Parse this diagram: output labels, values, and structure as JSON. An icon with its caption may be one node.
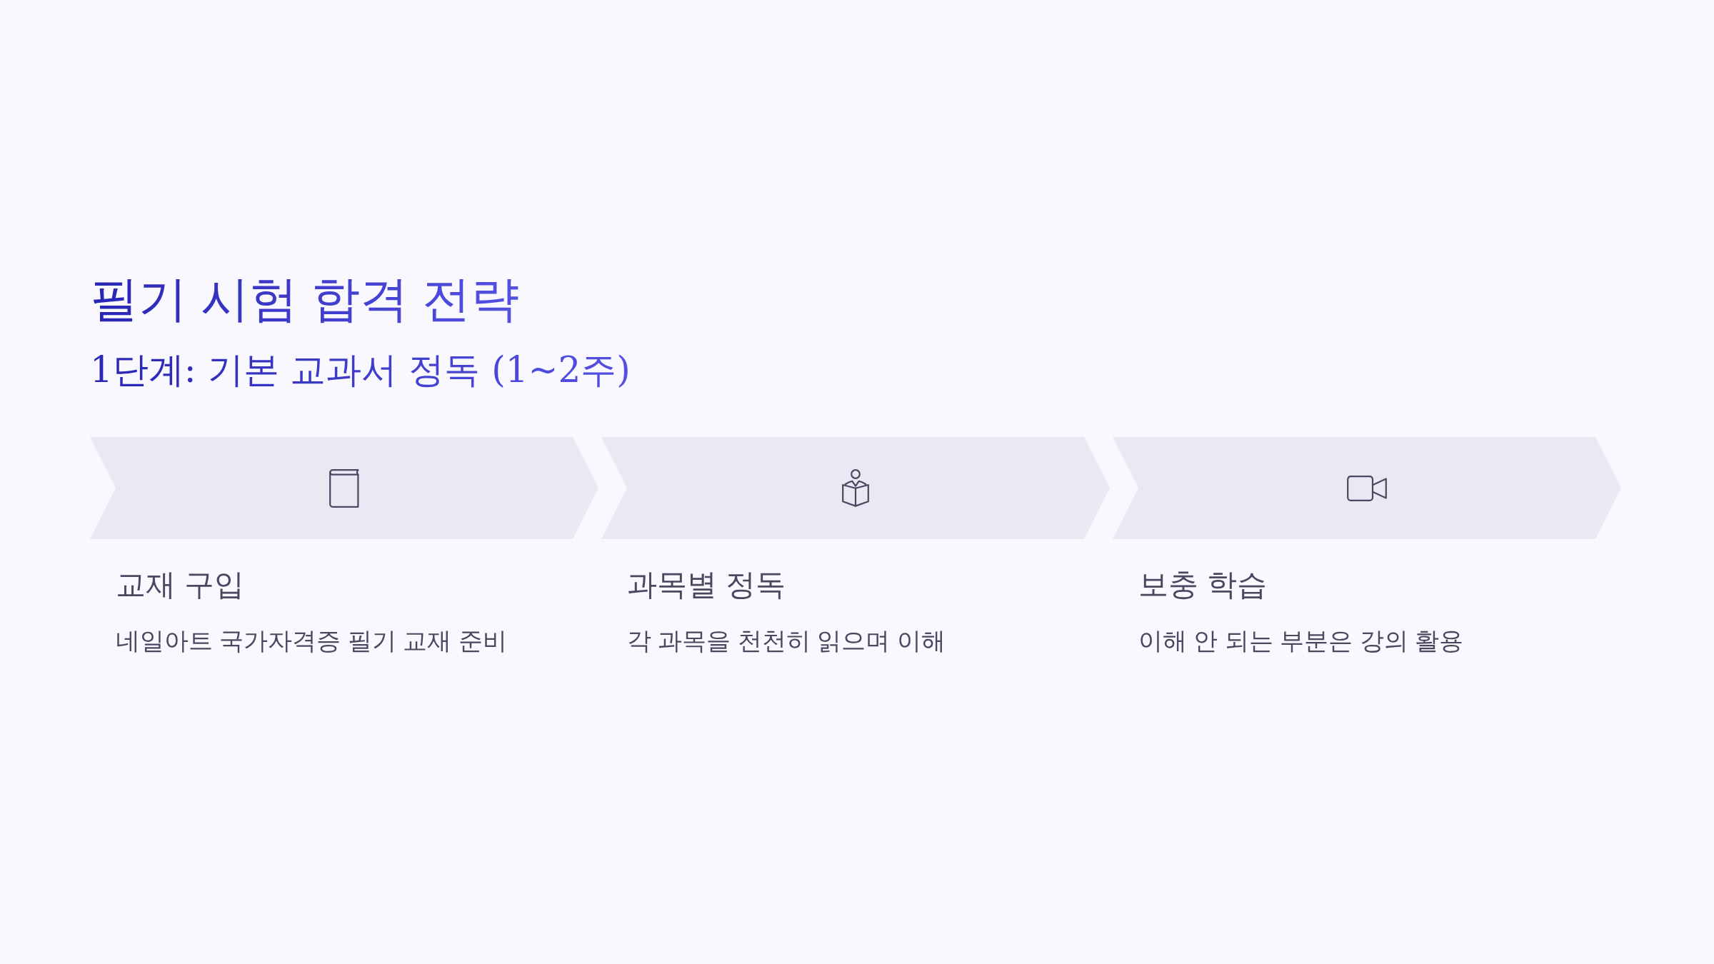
{
  "diagram": {
    "title": "필기 시험 합격 전략",
    "nodes": [
      {
        "text": [
          "교재 구입",
          "네일아트 국가자격증 필기 교재 준비"
        ]
      },
      {
        "text": [
          "과목별 정독",
          "각 과목을 천천히 읽으며 이해"
        ]
      },
      {
        "text": [
          "보충 학습",
          "이해 안 되는 부분은 강의 활용"
        ]
      }
    ],
    "labels": [
      "1단계: 기본 교과서 정독 (1~2주)"
    ]
  }
}
